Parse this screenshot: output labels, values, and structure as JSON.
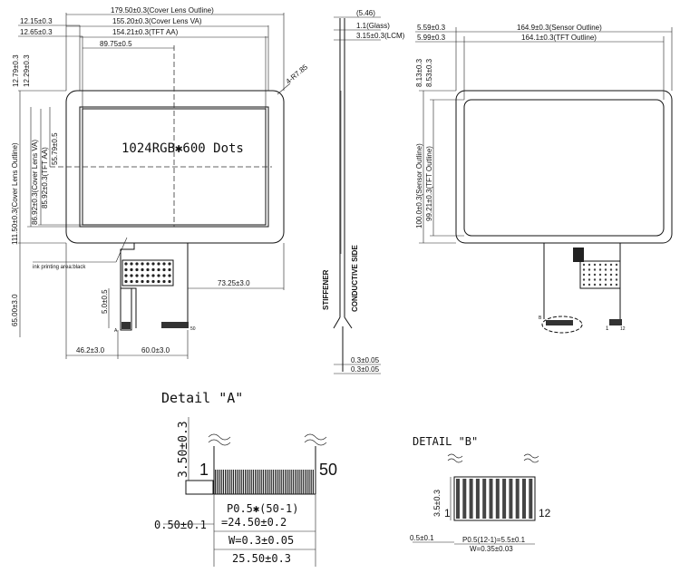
{
  "front_view": {
    "dims_top": [
      "179.50±0.3(Cover Lens Outline)",
      "155.20±0.3(Cover Lens VA)",
      "154.21±0.3(TFT AA)",
      "89.75±0.5"
    ],
    "dims_left_top": [
      "12.15±0.3",
      "12.65±0.3"
    ],
    "dims_left_vertical": [
      "12.79±0.3",
      "12.29±0.3",
      "55.79±0.5",
      "85.92±0.3(TFT AA)",
      "86.92±0.3(Cover Lens VA)",
      "111.50±0.3(Cover Lens Outline)",
      "65.00±3.0"
    ],
    "radius_label": "4-R7.85",
    "resolution_label": "1024RGB✱600 Dots",
    "ink_label": "ink printing area:black",
    "dims_bottom": [
      "73.25±3.0",
      "46.2±3.0",
      "60.0±3.0",
      "5.0±0.5"
    ],
    "fpc_marks": [
      "A",
      "50"
    ]
  },
  "side_view": {
    "dims": [
      "(5.46)",
      "1.1(Glass)",
      "3.15±0.3(LCM)",
      "0.3±0.05",
      "0.3±0.05"
    ],
    "stiffener_label": "STIFFENER",
    "conductive_label": "CONDUCTIVE SIDE"
  },
  "touch_view": {
    "dims_top": [
      "5.59±0.3",
      "5.99±0.3",
      "164.9±0.3(Sensor Outline)",
      "164.1±0.3(TFT Outline)"
    ],
    "dims_left": [
      "8.13±0.3",
      "8.53±0.3",
      "100.0±0.3(Sensor Outline)",
      "99.21±0.3(TFT Outline)"
    ],
    "marks": [
      "B",
      "1",
      "12"
    ]
  },
  "detail_a": {
    "title": "Detail \"A\"",
    "pin_first": "1",
    "pin_last": "50",
    "height_dim": "3.50±0.3",
    "offset_dim": "0.50±0.1",
    "pitch_line1": "P0.5✱(50-1)",
    "pitch_line2": "=24.50±0.2",
    "width_dim": "W=0.3±0.05",
    "total_dim": "25.50±0.3"
  },
  "detail_b": {
    "title": "DETAIL \"B\"",
    "pin_first": "1",
    "pin_last": "12",
    "height_dim": "3.5±0.3",
    "offset_dim": "0.5±0.1",
    "pitch_dim": "P0.5(12-1)=5.5±0.1",
    "width_dim": "W=0.35±0.03"
  }
}
